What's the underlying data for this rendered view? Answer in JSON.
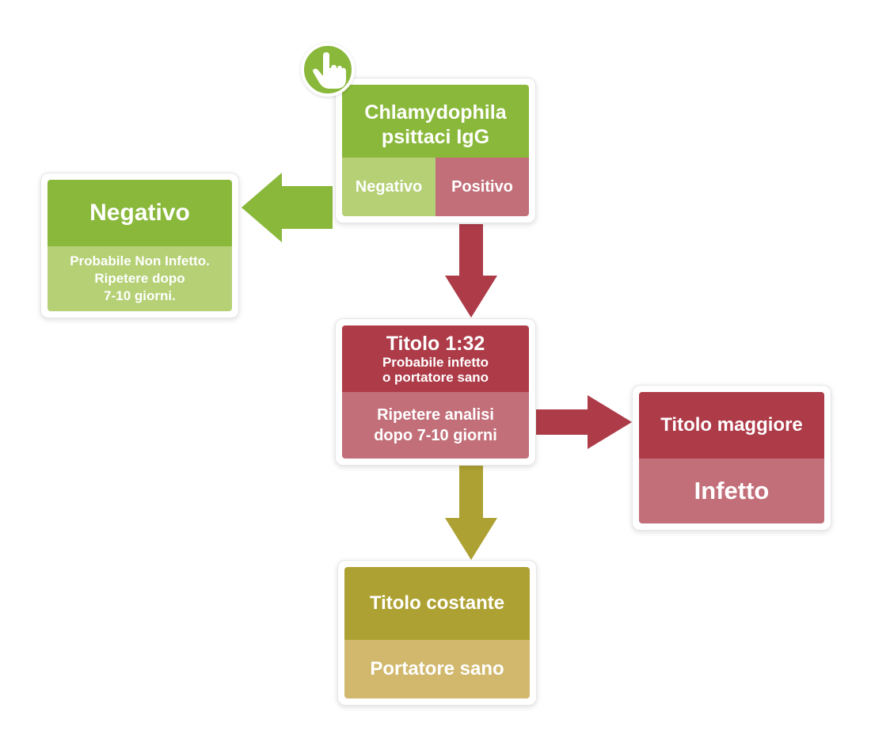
{
  "start_node": {
    "title": "Chlamydophila psittaci IgG",
    "options": [
      "Negativo",
      "Positivo"
    ]
  },
  "negative_node": {
    "title": "Negativo",
    "lines": [
      "Probabile Non Infetto.",
      "Ripetere dopo",
      "7-10 giorni."
    ]
  },
  "titer_node": {
    "title": "Titolo 1:32",
    "subtitle_lines": [
      "Probabile infetto",
      "o portatore sano"
    ],
    "action_lines": [
      "Ripetere analisi",
      "dopo 7-10 giorni"
    ]
  },
  "infected_node": {
    "title": "Titolo maggiore",
    "result": "Infetto"
  },
  "carrier_node": {
    "title": "Titolo costante",
    "result": "Portatore sano"
  },
  "icons": {
    "start": "pointing-hand-icon"
  },
  "colors": {
    "green": "#8ab83b",
    "light_green": "#b5d075",
    "red": "#ad3b48",
    "light_red": "#c26f79",
    "olive": "#aea133",
    "light_olive": "#d1b86d"
  }
}
